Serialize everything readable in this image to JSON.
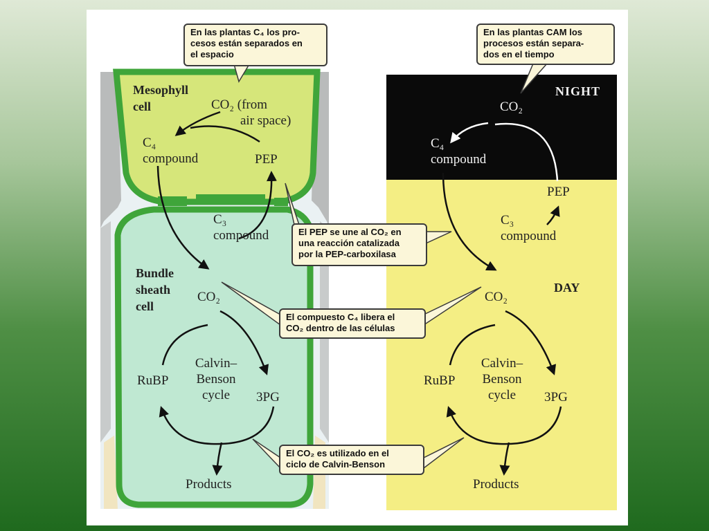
{
  "c4": {
    "mesophyll_label": [
      "Mesophyll",
      "cell"
    ],
    "co2_from_air": [
      "CO₂ (from",
      "air space)"
    ],
    "c4_compound": [
      "C₄",
      "compound"
    ],
    "pep": "PEP",
    "c3_compound": [
      "C₃",
      "compound"
    ],
    "bundle_label": [
      "Bundle",
      "sheath",
      "cell"
    ],
    "co2": "CO₂",
    "cycle": [
      "Calvin–",
      "Benson",
      "cycle"
    ],
    "rubp": "RuBP",
    "pg3": "3PG",
    "products": "Products"
  },
  "cam": {
    "night": "NIGHT",
    "day": "DAY",
    "co2_night": "CO₂",
    "c4_compound": [
      "C₄",
      "compound"
    ],
    "pep": "PEP",
    "c3_compound": [
      "C₃",
      "compound"
    ],
    "co2_day": "CO₂",
    "cycle": [
      "Calvin–",
      "Benson",
      "cycle"
    ],
    "rubp": "RuBP",
    "pg3": "3PG",
    "products": "Products"
  },
  "callouts": {
    "c4_space": [
      "En las plantas C₄  los pro-",
      "cesos están separados en",
      "el espacio"
    ],
    "cam_time": [
      "En las plantas CAM  los",
      "procesos están separa-",
      "dos en el tiempo"
    ],
    "pep_co2": [
      "El PEP se une al CO₂ en",
      "una reacción catalizada",
      "por la PEP-carboxilasa"
    ],
    "c4_release": [
      "El compuesto C₄ libera el",
      "CO₂ dentro de las células"
    ],
    "co2_used": [
      "El CO₂ es utilizado en el",
      "ciclo de Calvin-Benson"
    ]
  },
  "colors": {
    "mesophyll": "#d6e67a",
    "bundle": "#bfe8d2",
    "cell_wall": "#3fa53a",
    "night": "#0a0a0a",
    "day": "#f4ee84",
    "callout_bg": "#fbf6d9"
  }
}
